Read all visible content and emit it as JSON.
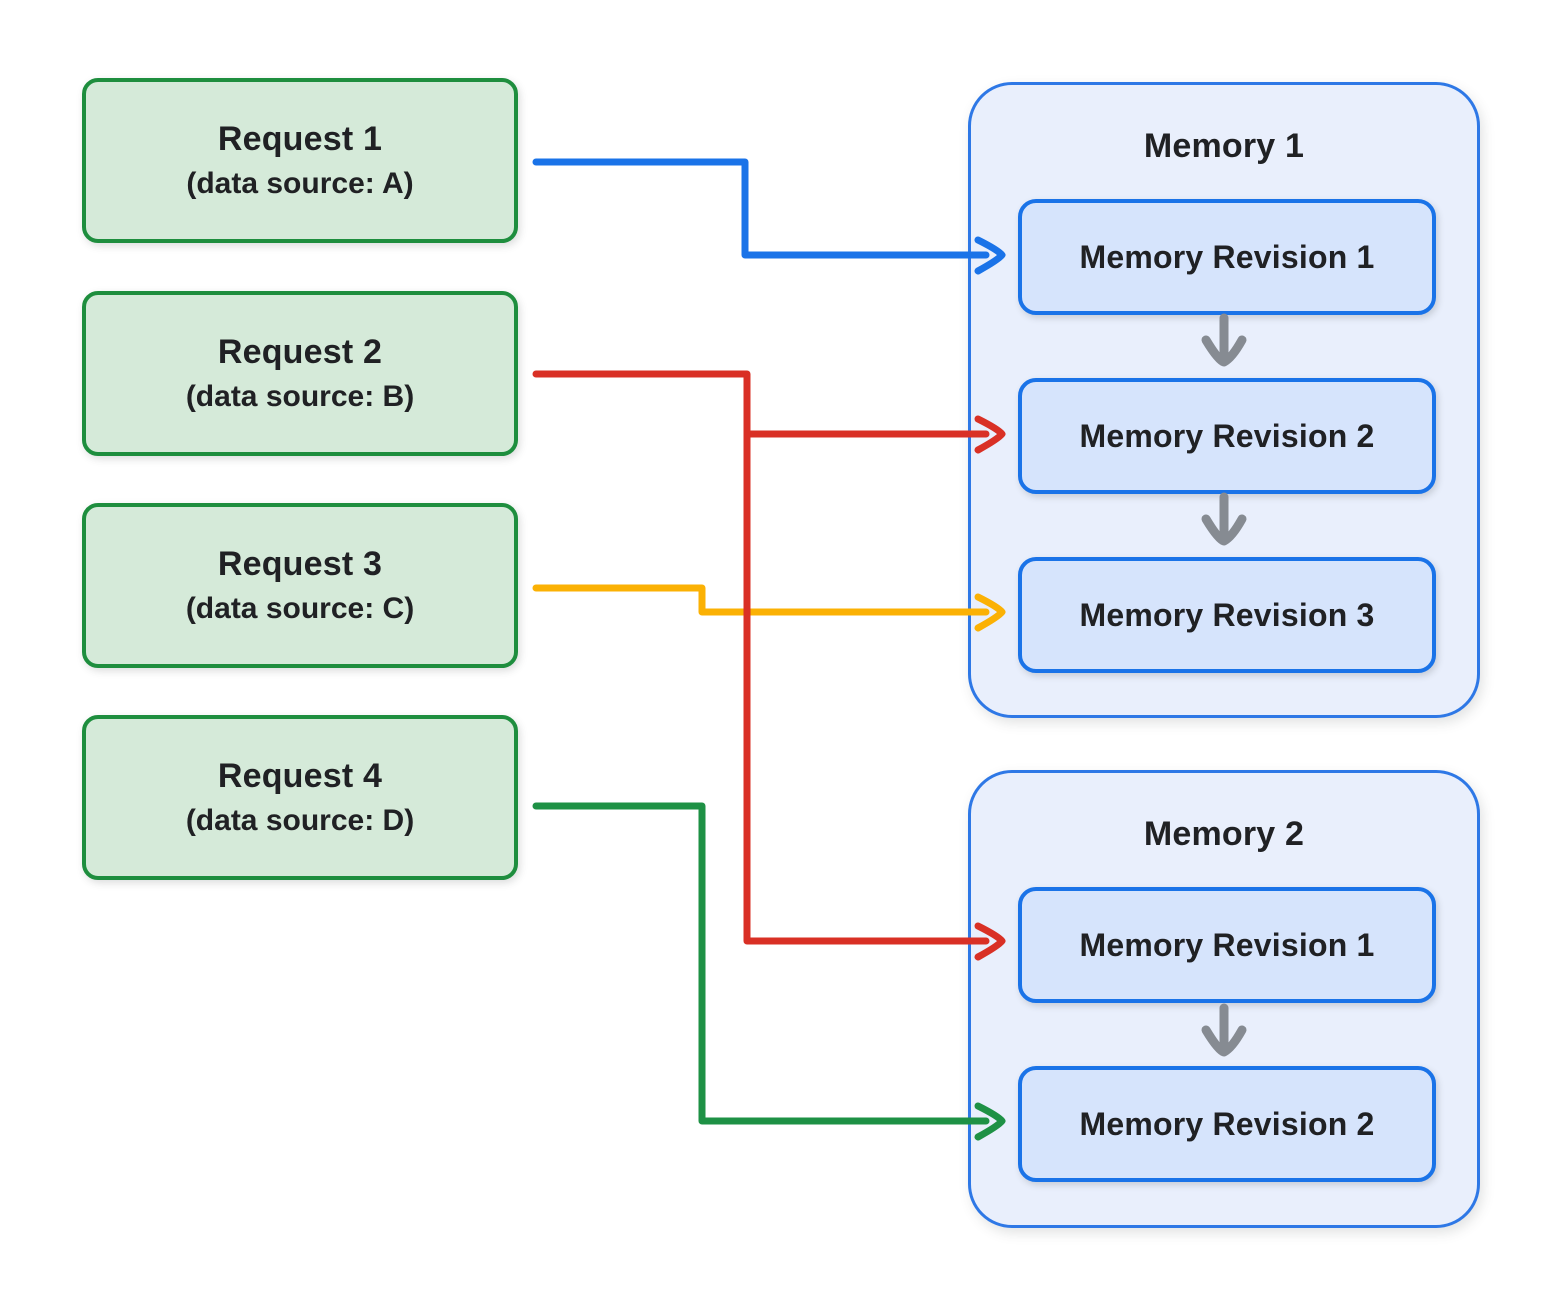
{
  "requests": [
    {
      "title": "Request 1",
      "subtitle": "(data source: A)"
    },
    {
      "title": "Request 2",
      "subtitle": "(data source: B)"
    },
    {
      "title": "Request 3",
      "subtitle": "(data source: C)"
    },
    {
      "title": "Request 4",
      "subtitle": "(data source: D)"
    }
  ],
  "memories": [
    {
      "title": "Memory 1",
      "revisions": [
        "Memory Revision 1",
        "Memory Revision 2",
        "Memory Revision 3"
      ]
    },
    {
      "title": "Memory 2",
      "revisions": [
        "Memory Revision 1",
        "Memory Revision 2"
      ]
    }
  ],
  "connections": [
    {
      "from": "Request 1",
      "to": "Memory 1 / Memory Revision 1",
      "color": "#1a73e8"
    },
    {
      "from": "Request 2",
      "to": "Memory 1 / Memory Revision 2",
      "color": "#d93025"
    },
    {
      "from": "Request 2",
      "to": "Memory 2 / Memory Revision 1",
      "color": "#d93025"
    },
    {
      "from": "Request 3",
      "to": "Memory 1 / Memory Revision 3",
      "color": "#fbb104"
    },
    {
      "from": "Request 4",
      "to": "Memory 2 / Memory Revision 2",
      "color": "#1e9145"
    }
  ],
  "colors": {
    "request_fill": "#d5ead9",
    "request_border": "#1e8e3e",
    "memory_fill": "#e9effc",
    "memory_border": "#2e78e6",
    "revision_fill": "#d6e4fc",
    "revision_border": "#1a73e8",
    "flow_arrow": "#868b92",
    "text": "#202124"
  }
}
